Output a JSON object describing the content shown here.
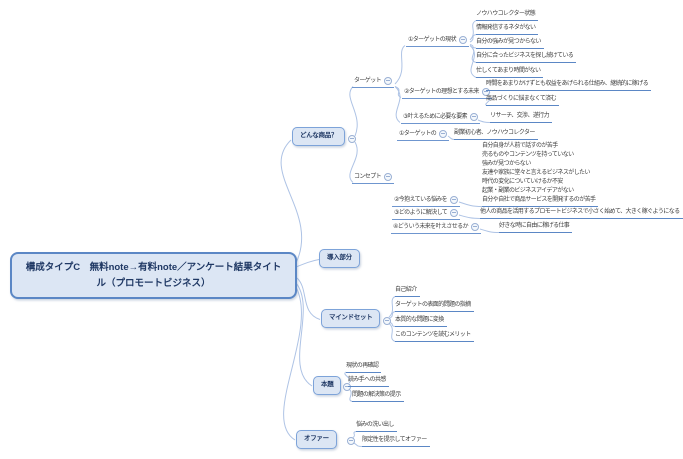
{
  "mindmap": {
    "root_title": "構成タイプC　無料note→有料note／アンケート結果タイトル（プロモートビジネス）",
    "product": {
      "label": "どんな商品？",
      "target": {
        "label": "ターゲット",
        "current": {
          "label": "①ターゲットの現状",
          "items": [
            "ノウハウコレクター状態",
            "情報発信するネタがない",
            "自分の強みが見つからない",
            "自分に合ったビジネスを探し続けている",
            "忙しくてあまり時間がない"
          ]
        },
        "ideal_future": {
          "label": "②ターゲットの理想とする未来",
          "items": [
            "時間をあまりかけずとも収益をあげられる仕組み、継続的に稼げる",
            "商品づくりに悩まなくて済む"
          ]
        },
        "required": {
          "label": "③叶えるために必要な要素",
          "items": [
            "リサーチ、交渉、遂行力"
          ]
        }
      },
      "concept": {
        "label": "コンセプト",
        "who": {
          "label": "①ターゲットの",
          "value": "副業初心者、ノウハウコレクター"
        },
        "problems": {
          "label": "②今抱えている悩みを",
          "items": [
            "自分自身が人前で話すのが苦手",
            "売るものやコンテンツを持っていない",
            "強みが見つからない",
            "友達や家族に堂々と言えるビジネスがしたい",
            "時代の変化についていけるか不安",
            "起業・副業のビジネスアイデアがない",
            "自分や自社で商品サービスを開発するのが苦手"
          ]
        },
        "solution": {
          "label": "③どのように解決して",
          "value": "他人の商品を活用するプロモートビジネスで小さく始めて、大きく稼ぐようになる"
        },
        "future": {
          "label": "④どういう未来を叶えさせるか",
          "value": "好きな時に自由に稼げる仕事"
        }
      }
    },
    "intro": {
      "label": "導入部分"
    },
    "mindset": {
      "label": "マインドセット",
      "items": [
        "自己紹介",
        "ターゲットの表面的問題の指摘",
        "本質的な問題に変換",
        "このコンテンツを読むメリット"
      ]
    },
    "main_body": {
      "label": "本題",
      "items": [
        "現状の再確認",
        "読み手への共感",
        "問題の解決策の提示"
      ]
    },
    "offer": {
      "label": "オファー",
      "items": [
        "悩みの洗い出し",
        "限定性を提示してオファー"
      ]
    }
  },
  "colors": {
    "node_fill": "#dce6f4",
    "node_border": "#7da3d9",
    "node_text": "#1f3864",
    "branch_line": "#5b87c5",
    "connector": "#aec3e5"
  }
}
